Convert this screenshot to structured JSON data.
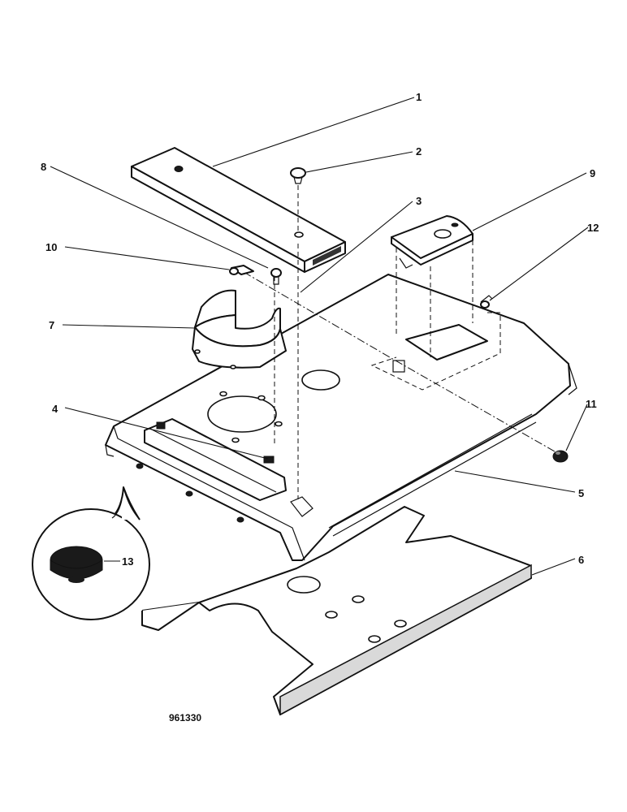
{
  "diagram": {
    "reference_number": "961330",
    "callouts": [
      {
        "id": "1",
        "label": "1"
      },
      {
        "id": "2",
        "label": "2"
      },
      {
        "id": "3",
        "label": "3"
      },
      {
        "id": "4",
        "label": "4"
      },
      {
        "id": "5",
        "label": "5"
      },
      {
        "id": "6",
        "label": "6"
      },
      {
        "id": "7",
        "label": "7"
      },
      {
        "id": "8",
        "label": "8"
      },
      {
        "id": "9",
        "label": "9"
      },
      {
        "id": "10",
        "label": "10"
      },
      {
        "id": "11",
        "label": "11"
      },
      {
        "id": "12",
        "label": "12"
      },
      {
        "id": "13",
        "label": "13"
      }
    ]
  }
}
